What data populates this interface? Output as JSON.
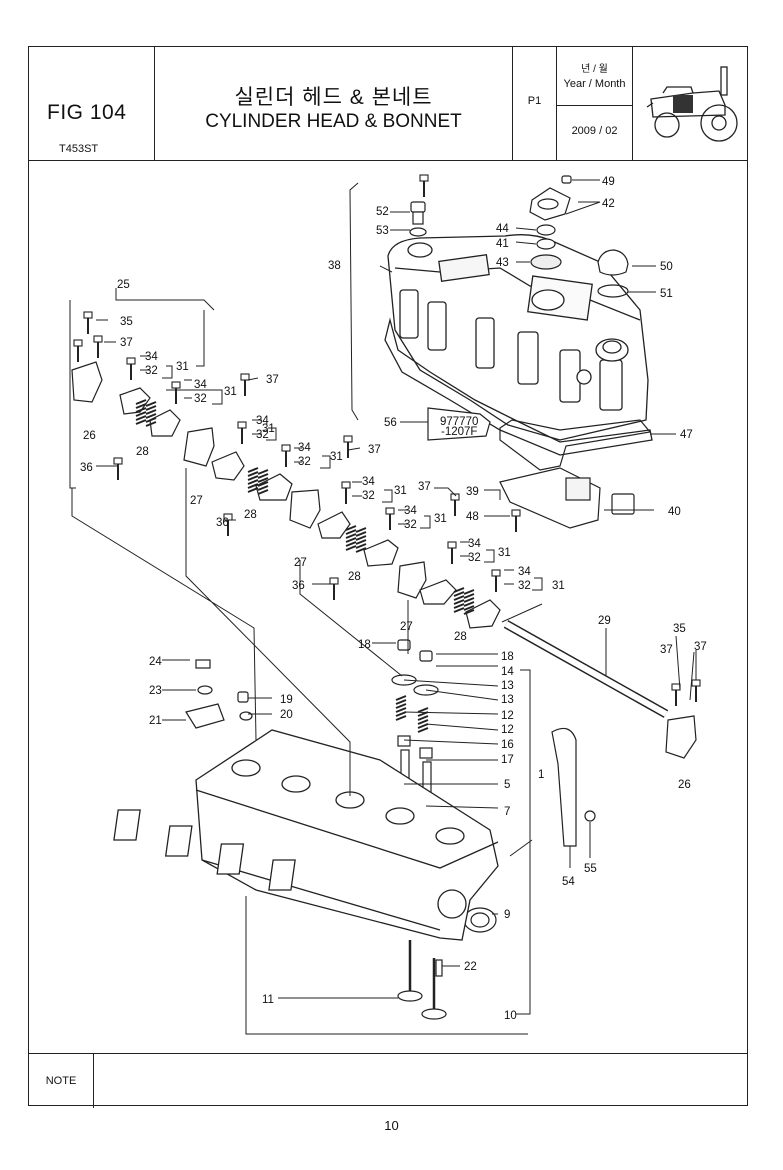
{
  "header": {
    "fig_label": "FIG 104",
    "model": "T453ST",
    "title_ko": "실린더 헤드 & 본네트",
    "title_en": "CYLINDER HEAD & BONNET",
    "page": "P1",
    "year_month_ko": "년 / 월",
    "year_month_en": "Year / Month",
    "date": "2009 / 02"
  },
  "diagram": {
    "part_marking": [
      "977770",
      "-1207F"
    ]
  },
  "callouts": [
    {
      "id": "c1",
      "num": "1"
    },
    {
      "id": "c5",
      "num": "5"
    },
    {
      "id": "c7",
      "num": "7"
    },
    {
      "id": "c9",
      "num": "9"
    },
    {
      "id": "c10",
      "num": "10"
    },
    {
      "id": "c11",
      "num": "11"
    },
    {
      "id": "c12a",
      "num": "12"
    },
    {
      "id": "c12b",
      "num": "12"
    },
    {
      "id": "c13a",
      "num": "13"
    },
    {
      "id": "c13b",
      "num": "13"
    },
    {
      "id": "c14",
      "num": "14"
    },
    {
      "id": "c16",
      "num": "16"
    },
    {
      "id": "c17",
      "num": "17"
    },
    {
      "id": "c18a",
      "num": "18"
    },
    {
      "id": "c18b",
      "num": "18"
    },
    {
      "id": "c19",
      "num": "19"
    },
    {
      "id": "c20",
      "num": "20"
    },
    {
      "id": "c21",
      "num": "21"
    },
    {
      "id": "c22",
      "num": "22"
    },
    {
      "id": "c23",
      "num": "23"
    },
    {
      "id": "c24",
      "num": "24"
    },
    {
      "id": "c25",
      "num": "25"
    },
    {
      "id": "c26a",
      "num": "26"
    },
    {
      "id": "c26b",
      "num": "26"
    },
    {
      "id": "c27a",
      "num": "27"
    },
    {
      "id": "c27b",
      "num": "27"
    },
    {
      "id": "c27c",
      "num": "27"
    },
    {
      "id": "c28a",
      "num": "28"
    },
    {
      "id": "c28b",
      "num": "28"
    },
    {
      "id": "c28c",
      "num": "28"
    },
    {
      "id": "c28d",
      "num": "28"
    },
    {
      "id": "c29",
      "num": "29"
    },
    {
      "id": "c31a",
      "num": "31"
    },
    {
      "id": "c31b",
      "num": "31"
    },
    {
      "id": "c31c",
      "num": "31"
    },
    {
      "id": "c31d",
      "num": "31"
    },
    {
      "id": "c31e",
      "num": "31"
    },
    {
      "id": "c31f",
      "num": "31"
    },
    {
      "id": "c31g",
      "num": "31"
    },
    {
      "id": "c31h",
      "num": "31"
    },
    {
      "id": "c32a",
      "num": "32"
    },
    {
      "id": "c32b",
      "num": "32"
    },
    {
      "id": "c32c",
      "num": "32"
    },
    {
      "id": "c32d",
      "num": "32"
    },
    {
      "id": "c32e",
      "num": "32"
    },
    {
      "id": "c32f",
      "num": "32"
    },
    {
      "id": "c32g",
      "num": "32"
    },
    {
      "id": "c32h",
      "num": "32"
    },
    {
      "id": "c34a",
      "num": "34"
    },
    {
      "id": "c34b",
      "num": "34"
    },
    {
      "id": "c34c",
      "num": "34"
    },
    {
      "id": "c34d",
      "num": "34"
    },
    {
      "id": "c34e",
      "num": "34"
    },
    {
      "id": "c34f",
      "num": "34"
    },
    {
      "id": "c34g",
      "num": "34"
    },
    {
      "id": "c34h",
      "num": "34"
    },
    {
      "id": "c35a",
      "num": "35"
    },
    {
      "id": "c35b",
      "num": "35"
    },
    {
      "id": "c36a",
      "num": "36"
    },
    {
      "id": "c36b",
      "num": "36"
    },
    {
      "id": "c36c",
      "num": "36"
    },
    {
      "id": "c37a",
      "num": "37"
    },
    {
      "id": "c37b",
      "num": "37"
    },
    {
      "id": "c37c",
      "num": "37"
    },
    {
      "id": "c37d",
      "num": "37"
    },
    {
      "id": "c37e",
      "num": "37"
    },
    {
      "id": "c37f",
      "num": "37"
    },
    {
      "id": "c38",
      "num": "38"
    },
    {
      "id": "c39",
      "num": "39"
    },
    {
      "id": "c40",
      "num": "40"
    },
    {
      "id": "c41",
      "num": "41"
    },
    {
      "id": "c42",
      "num": "42"
    },
    {
      "id": "c43",
      "num": "43"
    },
    {
      "id": "c44",
      "num": "44"
    },
    {
      "id": "c47",
      "num": "47"
    },
    {
      "id": "c48",
      "num": "48"
    },
    {
      "id": "c49",
      "num": "49"
    },
    {
      "id": "c50",
      "num": "50"
    },
    {
      "id": "c51",
      "num": "51"
    },
    {
      "id": "c52",
      "num": "52"
    },
    {
      "id": "c53",
      "num": "53"
    },
    {
      "id": "c54",
      "num": "54"
    },
    {
      "id": "c55",
      "num": "55"
    },
    {
      "id": "c56",
      "num": "56"
    }
  ],
  "footer": {
    "note_label": "NOTE",
    "note_text": "",
    "page_number": "10"
  }
}
